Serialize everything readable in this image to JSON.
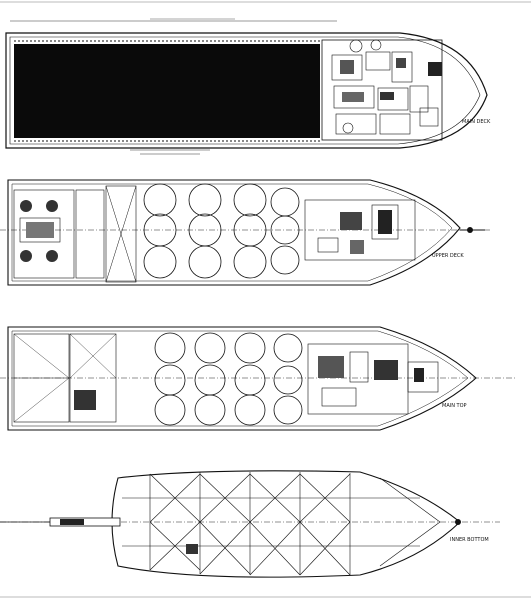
{
  "drawing": {
    "views": [
      {
        "id": "main-deck",
        "label": "MAIN DECK"
      },
      {
        "id": "upper-deck",
        "label": "UPPER DECK"
      },
      {
        "id": "main-tank",
        "label": "MAIN TOP"
      },
      {
        "id": "bottom",
        "label": "INNER BOTTOM"
      }
    ]
  }
}
